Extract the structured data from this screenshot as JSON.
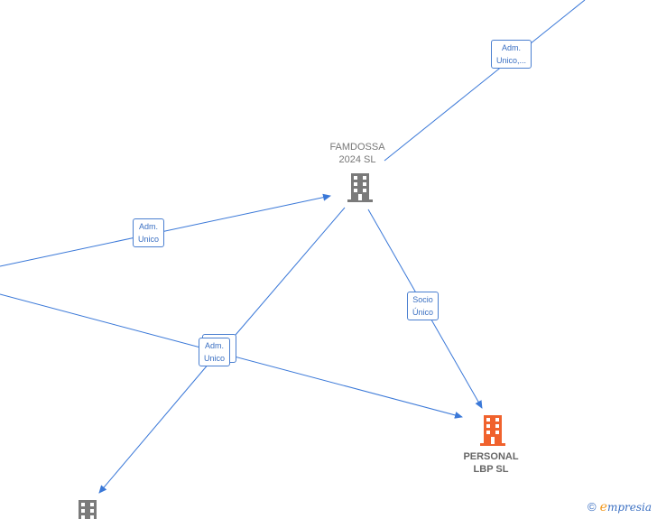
{
  "nodes": {
    "famdossa": {
      "label": "FAMDOSSA\n2024  SL",
      "icon": "building-icon",
      "color": "#7a7a7a"
    },
    "personal": {
      "label": "PERSONAL\nLBP  SL",
      "icon": "building-icon",
      "color": "#f0622d"
    },
    "bottom": {
      "label": "",
      "icon": "building-icon",
      "color": "#7a7a7a"
    }
  },
  "edges": {
    "top_right": "Adm.\nUnico,...",
    "left_to_famdossa": "Adm.\nUnico",
    "famdossa_to_personal": "Socio\nÚnico",
    "cross_center": "Adm.\nUnico"
  },
  "colors": {
    "edge": "#3a78d8",
    "label_text": "#3a6fc2"
  },
  "brand": {
    "copyright": "©",
    "e": "e",
    "rest": "mpresia"
  }
}
